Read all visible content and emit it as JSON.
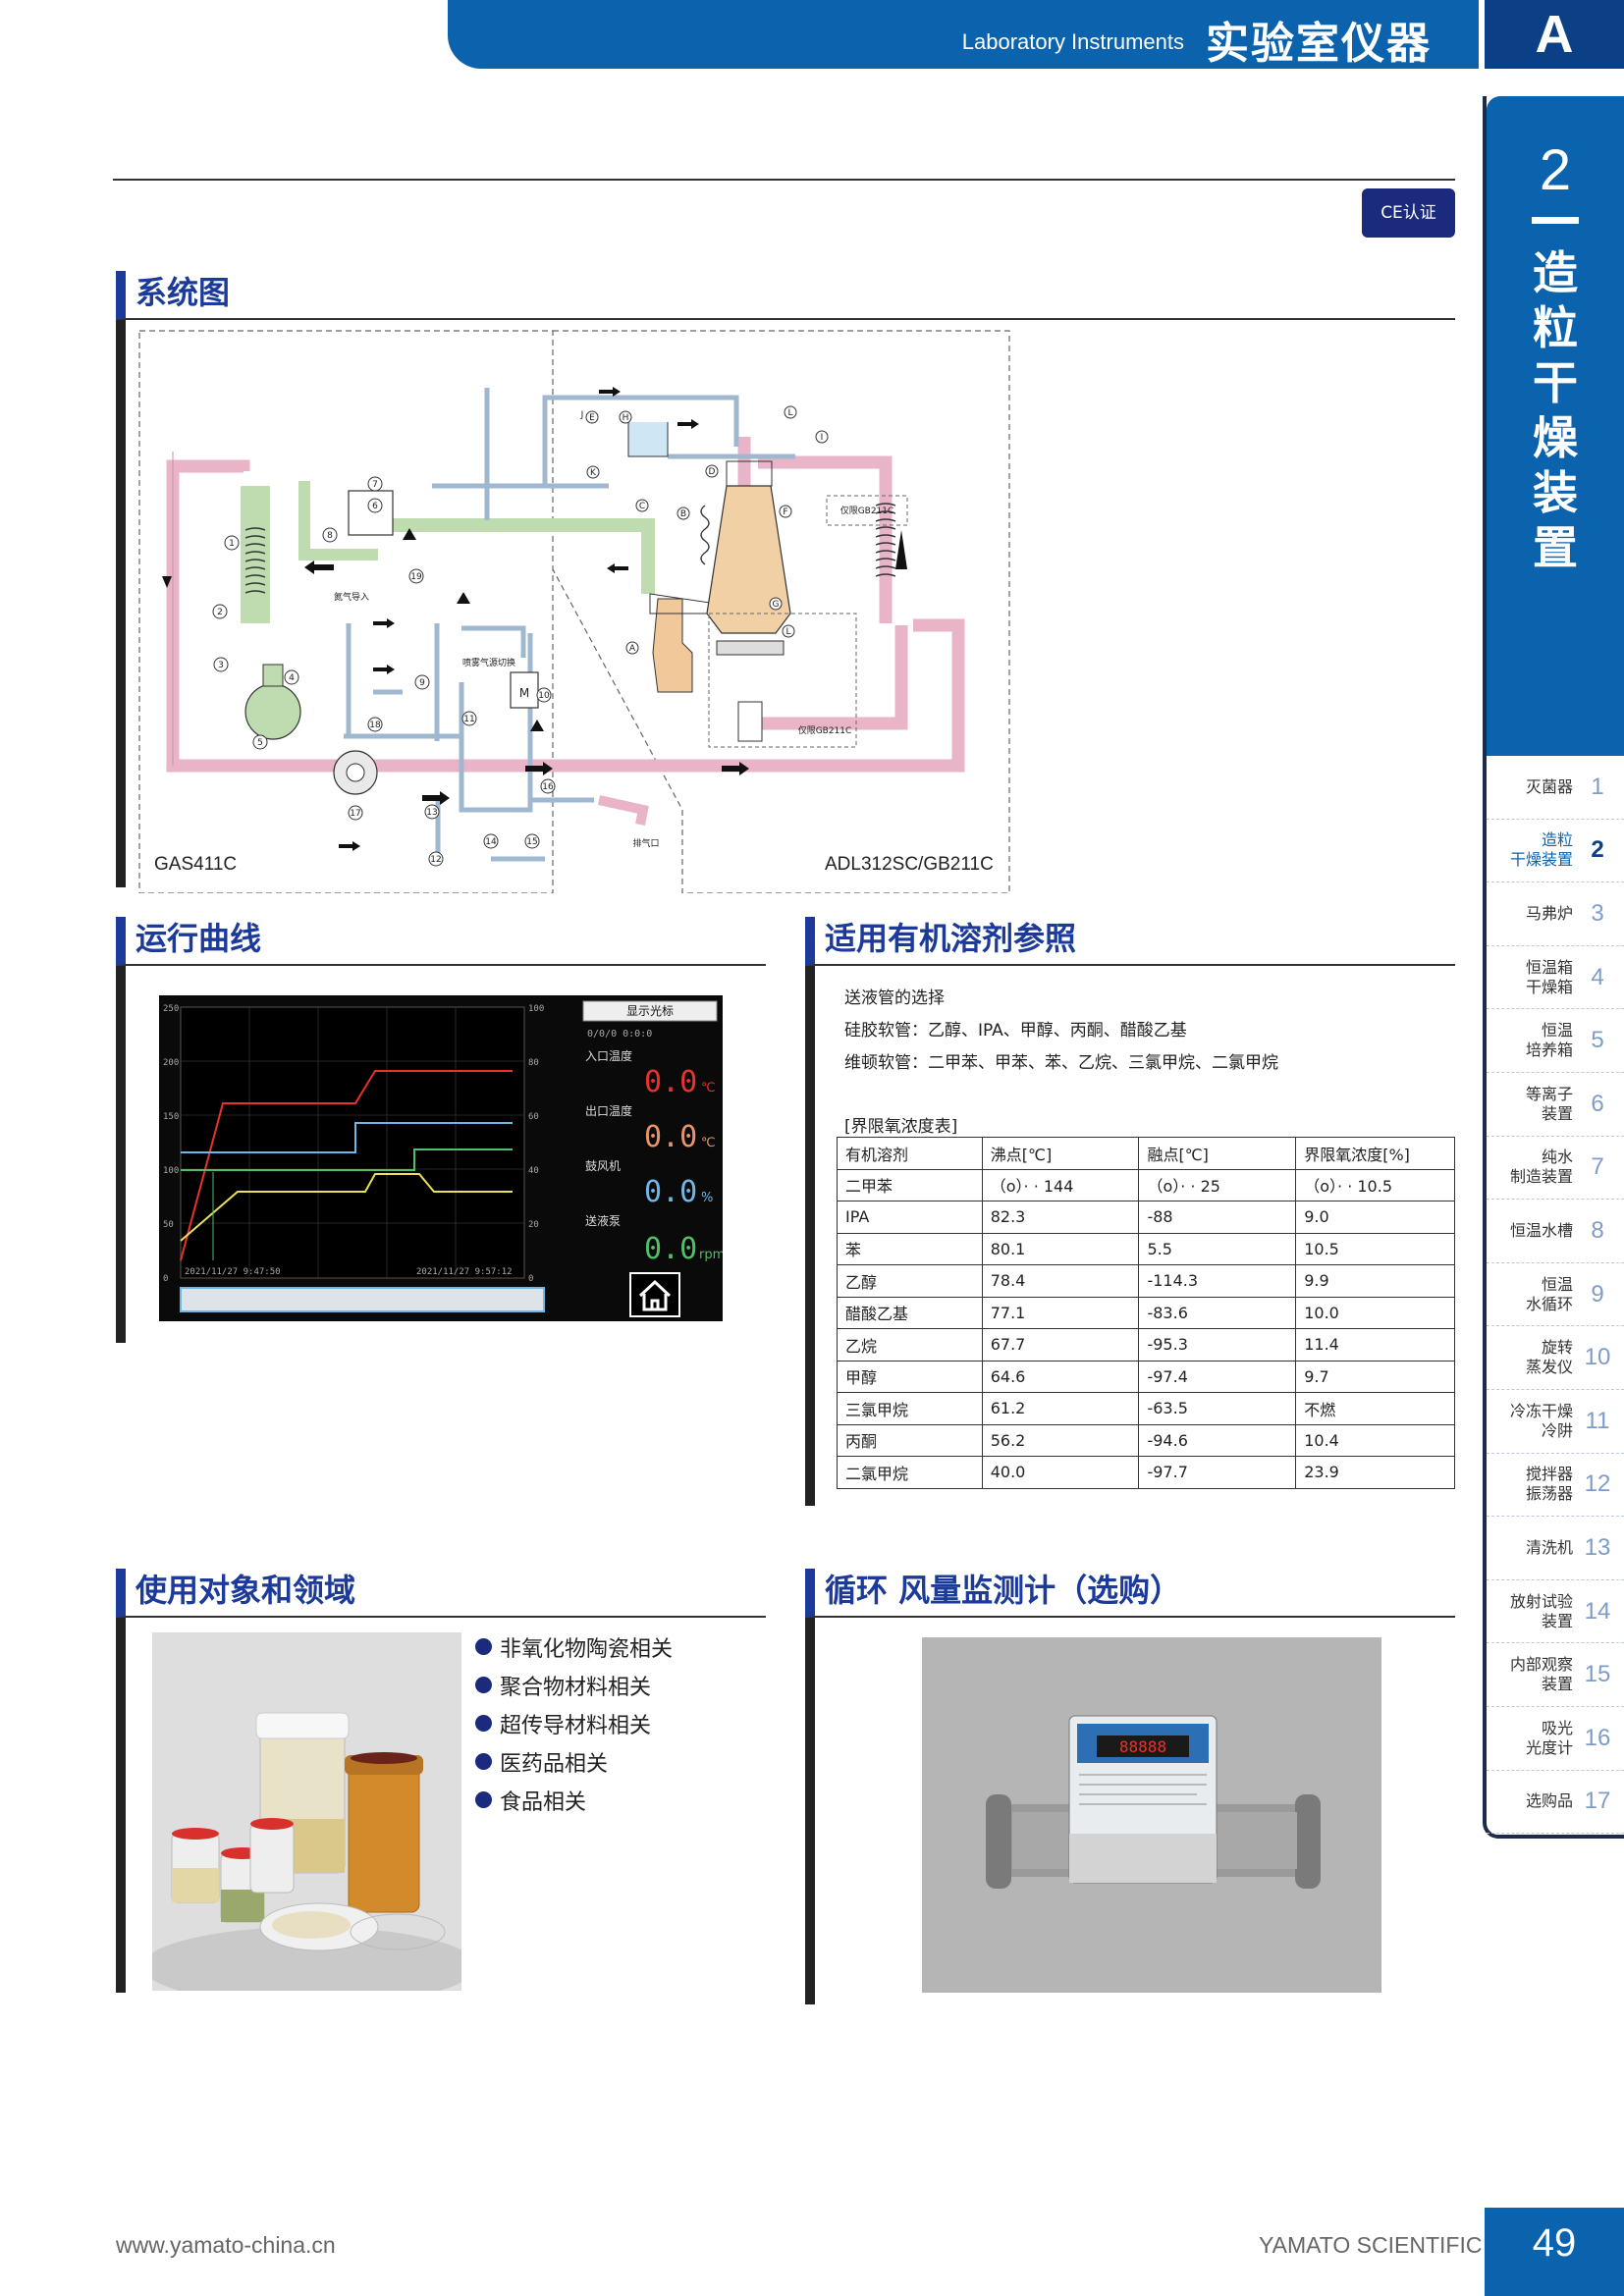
{
  "header": {
    "category_en": "Laboratory Instruments",
    "category_zh": "实验室仪器",
    "section_letter": "A"
  },
  "sidebar": {
    "chapter_num": "2",
    "chapter_title": "造粒干燥装置",
    "items": [
      {
        "label": "灭菌器",
        "num": "1"
      },
      {
        "label": "造粒\n干燥装置",
        "num": "2",
        "active": true
      },
      {
        "label": "马弗炉",
        "num": "3"
      },
      {
        "label": "恒温箱\n干燥箱",
        "num": "4"
      },
      {
        "label": "恒温\n培养箱",
        "num": "5"
      },
      {
        "label": "等离子\n装置",
        "num": "6"
      },
      {
        "label": "纯水\n制造装置",
        "num": "7"
      },
      {
        "label": "恒温水槽",
        "num": "8"
      },
      {
        "label": "恒温\n水循环",
        "num": "9"
      },
      {
        "label": "旋转\n蒸发仪",
        "num": "10"
      },
      {
        "label": "冷冻干燥\n冷阱",
        "num": "11"
      },
      {
        "label": "搅拌器\n振荡器",
        "num": "12"
      },
      {
        "label": "清洗机",
        "num": "13"
      },
      {
        "label": "放射试验\n装置",
        "num": "14"
      },
      {
        "label": "内部观察\n装置",
        "num": "15"
      },
      {
        "label": "吸光\n光度计",
        "num": "16"
      },
      {
        "label": "选购品",
        "num": "17"
      }
    ]
  },
  "badge": "CE认证",
  "system": {
    "title": "系统图",
    "left_model": "GAS411C",
    "right_model": "ADL312SC/GB211C",
    "labels": {
      "nitrogen_in": "氮气导入",
      "spray_gas_switch": "喷雾气源切换",
      "exhaust": "排气口",
      "gb_only_1": "仅限GB211C",
      "gb_only_2": "仅限GB211C",
      "motor": "M"
    },
    "node_numbers": [
      "1",
      "2",
      "3",
      "4",
      "5",
      "6",
      "7",
      "8",
      "9",
      "10",
      "11",
      "12",
      "13",
      "14",
      "15",
      "16",
      "17",
      "18",
      "19"
    ],
    "node_letters": [
      "A",
      "B",
      "C",
      "D",
      "E",
      "F",
      "G",
      "H",
      "I",
      "J",
      "K",
      "L",
      "L"
    ]
  },
  "curve": {
    "title": "运行曲线",
    "screen": {
      "button": "显示光标",
      "cursor_time": "0/0/0 0:0:0",
      "inlet_label": "入口温度",
      "inlet_value": "0.0",
      "inlet_unit": "℃",
      "outlet_label": "出口温度",
      "outlet_value": "0.0",
      "outlet_unit": "℃",
      "blower_label": "鼓风机",
      "blower_value": "0.0",
      "blower_unit": "%",
      "pump_label": "送液泵",
      "pump_value": "0.0",
      "pump_unit": "rpm",
      "time_start": "2021/11/27  9:47:50",
      "time_end": "2021/11/27  9:57:12",
      "y_left_ticks": [
        "250",
        "200",
        "150",
        "100",
        "50",
        "0"
      ],
      "y_right_ticks": [
        "100",
        "80",
        "60",
        "40",
        "20",
        "0"
      ],
      "colors": {
        "inlet": "#e8322b",
        "outlet": "#e5956a",
        "blower": "#6fb7e6",
        "pump": "#4fbf6a",
        "yellow": "#e8e25a"
      }
    }
  },
  "solvent": {
    "title": "适用有机溶剂参照",
    "tube_title": "送液管的选择",
    "tube_silicone": "硅胶软管：乙醇、IPA、甲醇、丙酮、醋酸乙基",
    "tube_viton": "维顿软管：二甲苯、甲苯、苯、乙烷、三氯甲烷、二氯甲烷",
    "table_title": "[界限氧浓度表]",
    "headers": [
      "有机溶剂",
      "沸点[℃]",
      "融点[℃]",
      "界限氧浓度[%]"
    ],
    "rows": [
      [
        "二甲苯",
        "（o）· · 144",
        "（o）· · 25",
        "（o）· · 10.5"
      ],
      [
        "IPA",
        "82.3",
        "-88",
        "9.0"
      ],
      [
        "苯",
        "80.1",
        "5.5",
        "10.5"
      ],
      [
        "乙醇",
        "78.4",
        "-114.3",
        "9.9"
      ],
      [
        "醋酸乙基",
        "77.1",
        "-83.6",
        "10.0"
      ],
      [
        "乙烷",
        "67.7",
        "-95.3",
        "11.4"
      ],
      [
        "甲醇",
        "64.6",
        "-97.4",
        "9.7"
      ],
      [
        "三氯甲烷",
        "61.2",
        "-63.5",
        "不燃"
      ],
      [
        "丙酮",
        "56.2",
        "-94.6",
        "10.4"
      ],
      [
        "二氯甲烷",
        "40.0",
        "-97.7",
        "23.9"
      ]
    ]
  },
  "applications": {
    "title": "使用对象和领域",
    "items": [
      "非氧化物陶瓷相关",
      "聚合物材料相关",
      "超传导材料相关",
      "医药品相关",
      "食品相关"
    ]
  },
  "monitor": {
    "title": "循环 风量监测计（选购）",
    "display_value": "88888"
  },
  "footer": {
    "url": "www.yamato-china.cn",
    "brand": "YAMATO SCIENTIFIC",
    "page": "49"
  }
}
